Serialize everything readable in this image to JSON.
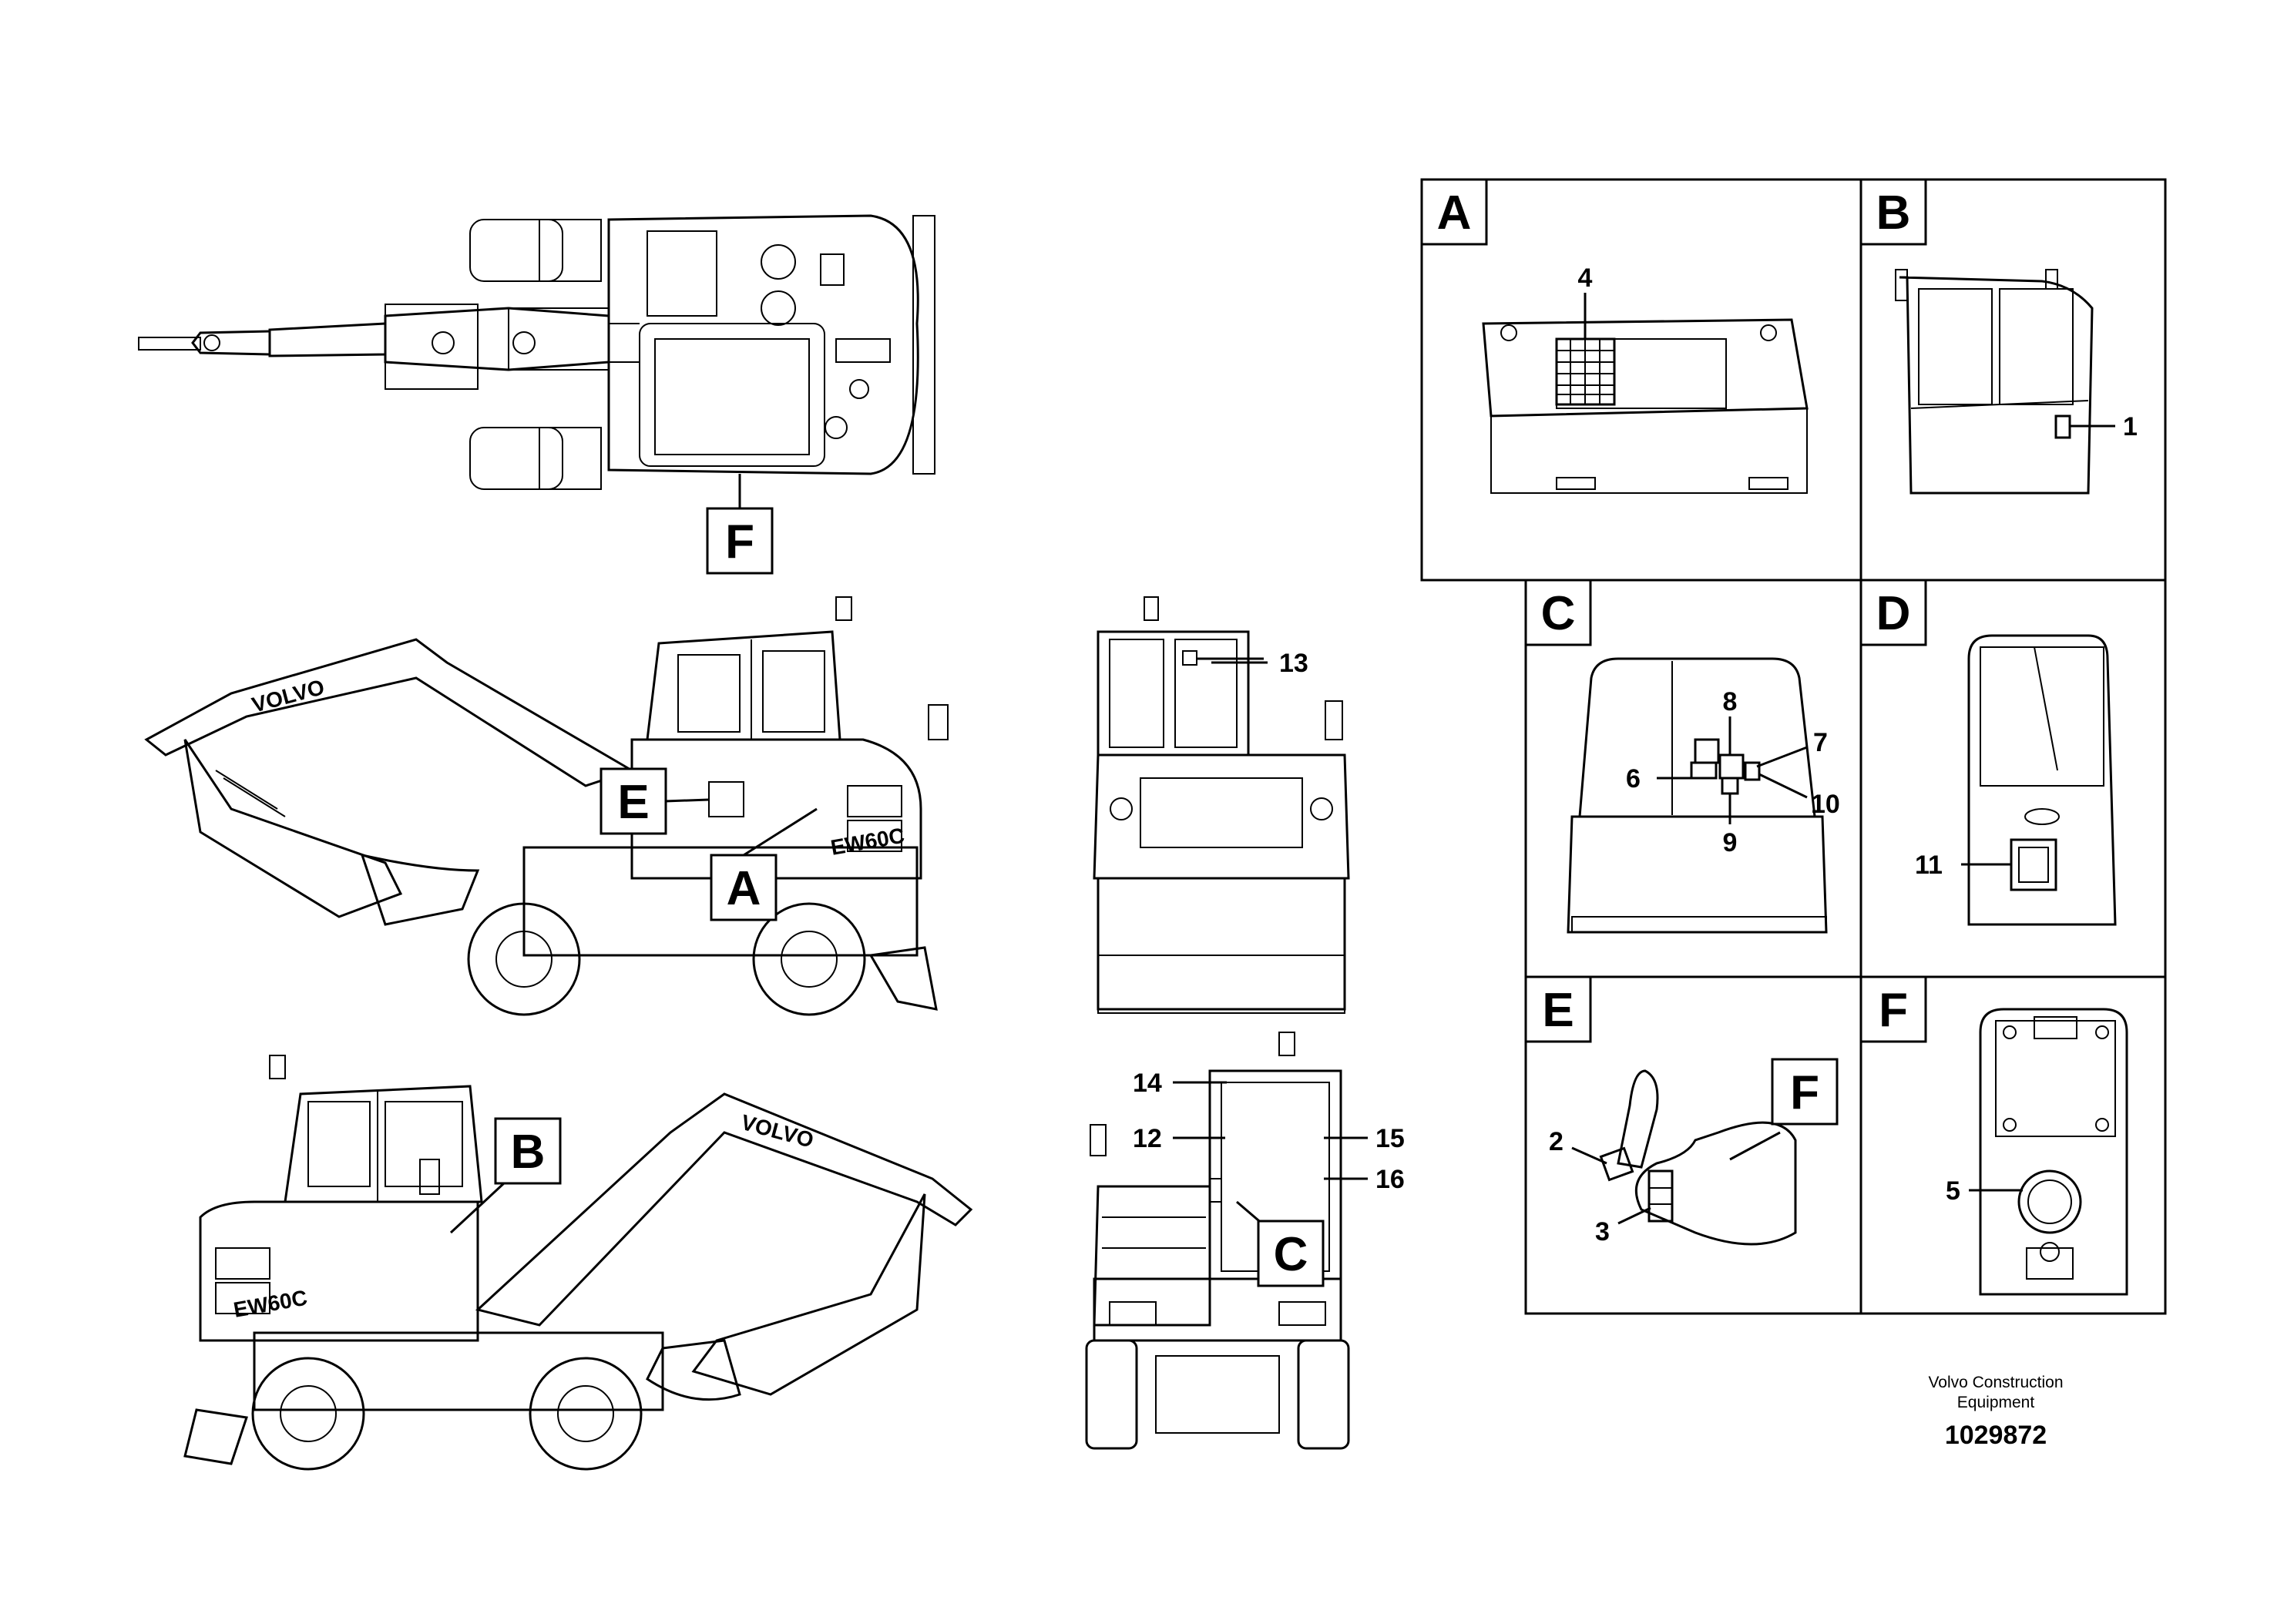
{
  "views": {
    "A": "A",
    "B": "B",
    "C": "C",
    "D": "D",
    "E": "E",
    "F": "F"
  },
  "callouts": {
    "n1": "1",
    "n2": "2",
    "n3": "3",
    "n4": "4",
    "n5": "5",
    "n6": "6",
    "n7": "7",
    "n8": "8",
    "n9": "9",
    "n10": "10",
    "n11": "11",
    "n12": "12",
    "n13": "13",
    "n14": "14",
    "n15": "15",
    "n16": "16"
  },
  "machine_text": {
    "brand": "VOLVO",
    "model": "EW60C"
  },
  "footer": {
    "company_line1": "Volvo Construction",
    "company_line2": "Equipment",
    "part_number": "1029872"
  }
}
